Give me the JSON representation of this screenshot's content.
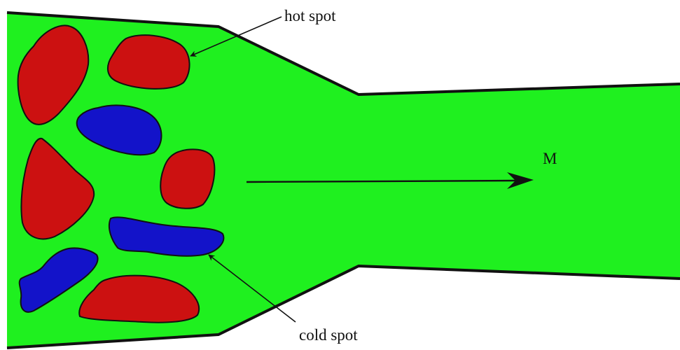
{
  "labels": {
    "hot_spot": "hot spot",
    "cold_spot": "cold spot",
    "flow": "M"
  },
  "colors": {
    "fluid": "#1ff01f",
    "hot": "#cc1111",
    "cold": "#1313c9",
    "outline": "#111111",
    "background": "#ffffff"
  }
}
